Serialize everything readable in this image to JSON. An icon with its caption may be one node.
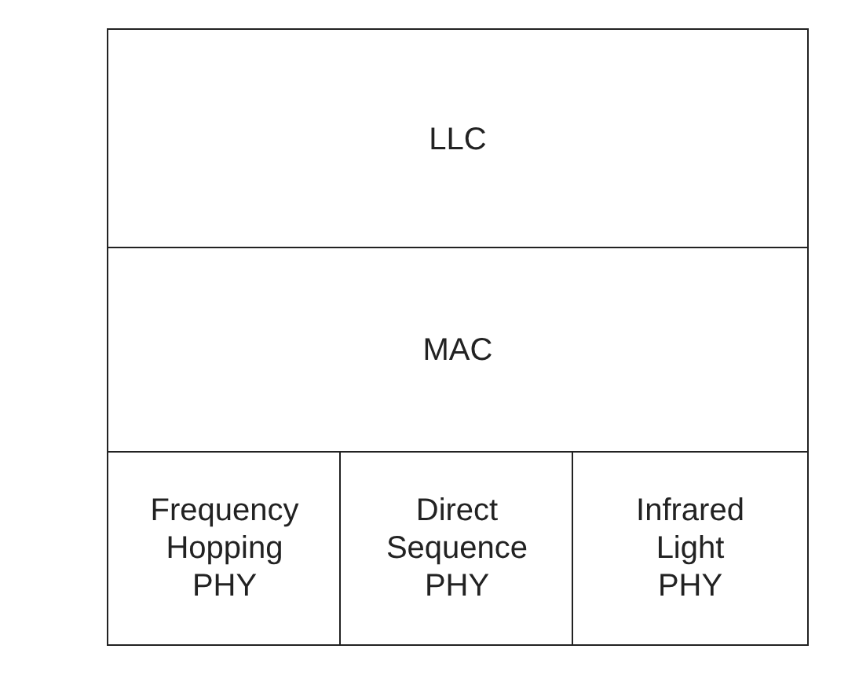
{
  "diagram": {
    "nodes": [
      {
        "text": [
          "LLC"
        ]
      },
      {
        "text": [
          "MAC"
        ]
      },
      {
        "text": [
          "Frequency Hopping PHY"
        ]
      },
      {
        "text": [
          "Direct Sequence PHY"
        ]
      },
      {
        "text": [
          "Infrared Light PHY"
        ]
      }
    ]
  }
}
